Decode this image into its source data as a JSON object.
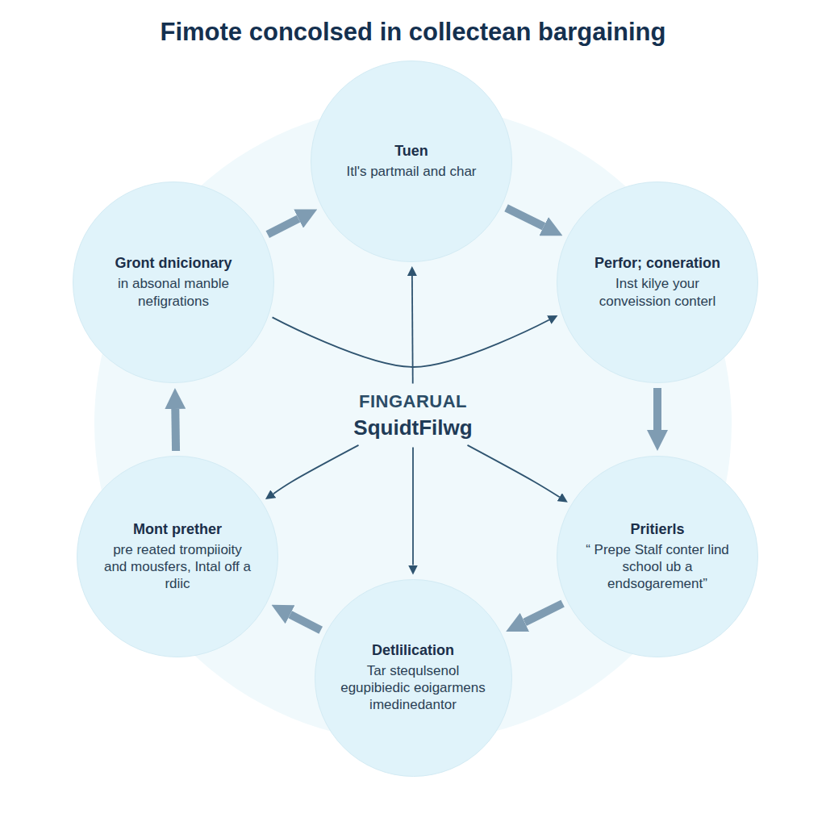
{
  "diagram": {
    "title": "Fimote concolsed in collectean bargaining",
    "nodes": [
      {
        "text": [
          "Tuen",
          "Itl's partmail and char"
        ]
      },
      {
        "text": [
          "Gront dnicionary",
          "in absonal manble nefigrations"
        ]
      },
      {
        "text": [
          "Perfor; coneration",
          "Inst kilye your conveission conterl"
        ]
      },
      {
        "text": [
          "FINGARUAL",
          "SquidtFilwg"
        ]
      },
      {
        "text": [
          "Mont prether",
          "pre reated trompiioity and mousfers, Intal off a rdiic"
        ]
      },
      {
        "text": [
          "Pritierls",
          "“ Prepe Stalf conter lind school ub a endsogarement”"
        ]
      },
      {
        "text": [
          "Detlilication",
          "Tar stequlsenol egupibiedic eoigarmens imedinedantor"
        ]
      }
    ],
    "edges": [
      {
        "from": 0,
        "to": 2,
        "arrow": "to"
      },
      {
        "from": 2,
        "to": 5,
        "arrow": "to"
      },
      {
        "from": 5,
        "to": 6,
        "arrow": "to"
      },
      {
        "from": 6,
        "to": 4,
        "arrow": "to"
      },
      {
        "from": 4,
        "to": 1,
        "arrow": "to"
      },
      {
        "from": 1,
        "to": 0,
        "arrow": "to"
      },
      {
        "from": 1,
        "to": 2,
        "arrow": "to"
      },
      {
        "from": 3,
        "to": 0,
        "arrow": "to"
      },
      {
        "from": 3,
        "to": 6,
        "arrow": "to"
      },
      {
        "from": 3,
        "to": 4,
        "arrow": "to"
      },
      {
        "from": 3,
        "to": 5,
        "arrow": "to"
      }
    ]
  }
}
